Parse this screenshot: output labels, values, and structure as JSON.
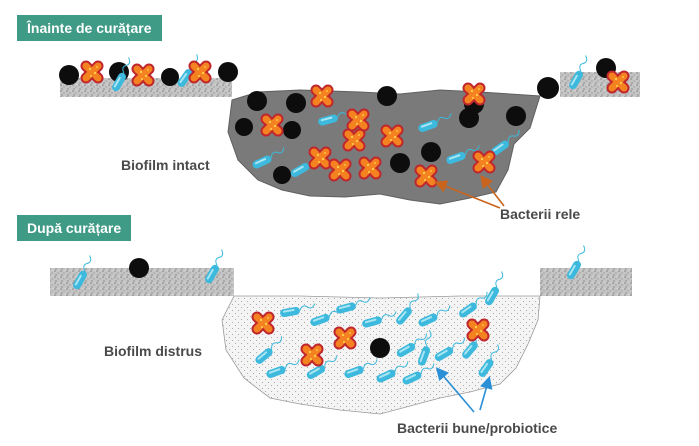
{
  "before": {
    "title": "Înainte de curățare",
    "biofilm_label": "Biofilm intact"
  },
  "after": {
    "title": "După curățare",
    "biofilm_label": "Biofilm distrus"
  },
  "legend": {
    "bad_bacteria": "Bacterii rele",
    "good_bacteria": "Bacterii bune/probiotice"
  },
  "colors": {
    "header_bg": "#3f9a86",
    "biofilm_intact": "#7a7a7a",
    "bad_bacteria_fill": "#f58220",
    "bad_bacteria_outline": "#c0262d",
    "good_bacteria": "#3cb9dc",
    "black_particle": "#0d0d0d",
    "bad_arrow": "#c8641e",
    "good_arrow": "#2a8fd6"
  }
}
